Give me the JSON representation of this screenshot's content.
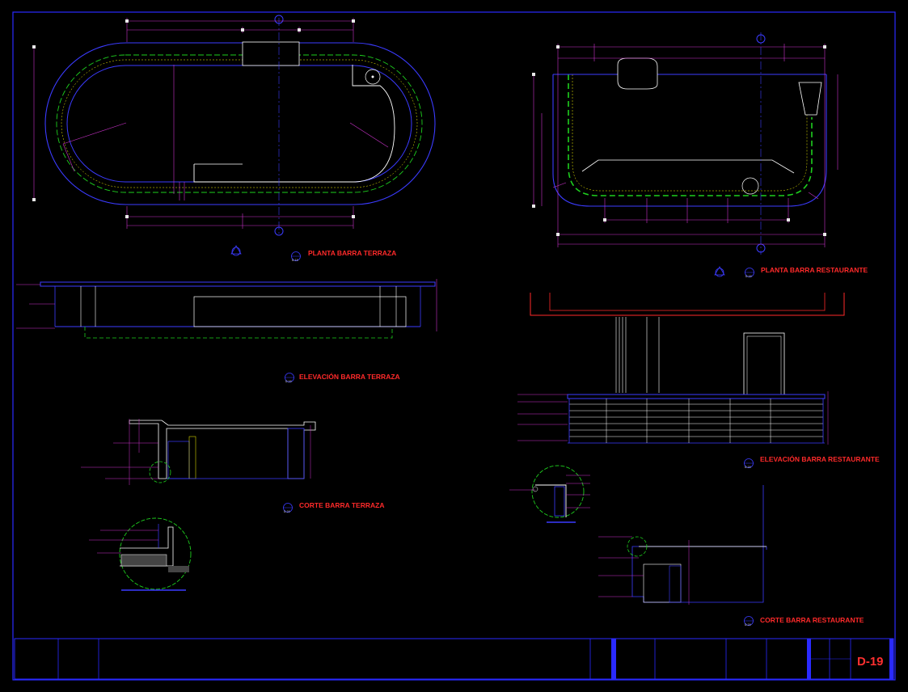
{
  "views": {
    "planta_terraza": {
      "title": "PLANTA BARRA TERRAZA",
      "ref": "D-19"
    },
    "planta_restaurante": {
      "title": "PLANTA BARRA RESTAURANTE",
      "ref": "D-20"
    },
    "elevacion_terraza": {
      "title": "ELEVACIÓN BARRA TERRAZA",
      "ref": "D-20"
    },
    "elevacion_restaurante": {
      "title": "ELEVACIÓN BARRA RESTAURANTE",
      "ref": "D-20"
    },
    "corte_terraza": {
      "title": "CORTE BARRA TERRAZA",
      "ref": "D-20"
    },
    "corte_restaurante": {
      "title": "CORTE BARRA RESTAURANTE",
      "ref": "D-20"
    }
  },
  "title_block": {
    "sheet_code": "D-19"
  },
  "colors": {
    "background": "#000000",
    "border": "#2a2aff",
    "outline": "#3b3bff",
    "counter": "#ffffff",
    "hidden": "#1ecf1e",
    "dimension": "#cc33cc",
    "label": "#ff2a2a",
    "accent": "#ffff00"
  }
}
